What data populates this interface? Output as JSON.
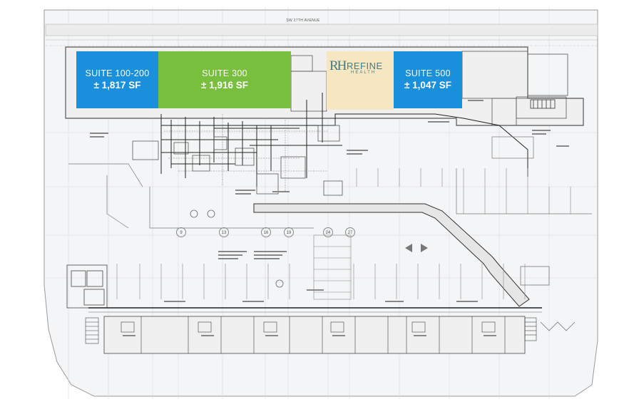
{
  "street": {
    "label": "SW 27TH AVENUE"
  },
  "suites": [
    {
      "id": "100-200",
      "name": "SUITE 100-200",
      "area": "± 1,817 SF",
      "color": "#1a8fdb"
    },
    {
      "id": "300",
      "name": "SUITE 300",
      "area": "± 1,916 SF",
      "color": "#78bf3e"
    },
    {
      "id": "500",
      "name": "SUITE 500",
      "area": "± 1,047 SF",
      "color": "#1a8fdb"
    }
  ],
  "tenant": {
    "monogram": "RH",
    "brand": "REFINE",
    "sub": "HEALTH",
    "color": "#f6e6c2",
    "brand_color": "#3a7f8a"
  },
  "column_numbers": [
    "9",
    "13",
    "16",
    "19",
    "24",
    "27"
  ]
}
